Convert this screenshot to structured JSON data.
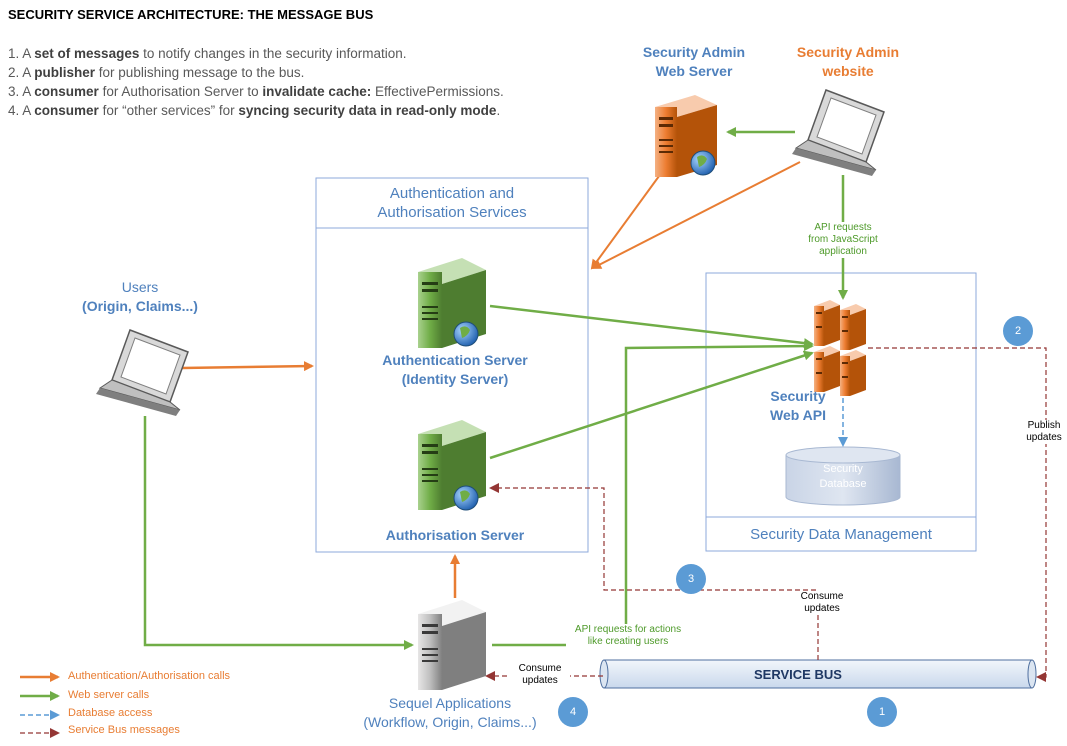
{
  "title": "SECURITY SERVICE ARCHITECTURE: THE MESSAGE BUS",
  "notes": [
    {
      "n": "1. A ",
      "b1": "set of messages",
      "t1": " to notify changes in the security information.",
      "b2": "",
      "t2": ""
    },
    {
      "n": "2. A ",
      "b1": "publisher",
      "t1": " for publishing message to the bus.",
      "b2": "",
      "t2": ""
    },
    {
      "n": "3. A ",
      "b1": "consumer",
      "t1": " for Authorisation Server to ",
      "b2": "invalidate cache:",
      "t2": " EffectivePermissions."
    },
    {
      "n": "4. A ",
      "b1": "consumer",
      "t1": " for “other services” for ",
      "b2": "syncing security data in read-only mode",
      "t2": "."
    }
  ],
  "nodes": {
    "admin_web_server": {
      "line1": "Security Admin",
      "line2": "Web Server"
    },
    "admin_website": {
      "line1": "Security Admin",
      "line2": "website"
    },
    "auth_services": {
      "line1": "Authentication and",
      "line2": "Authorisation Services"
    },
    "authentication_server": {
      "line1": "Authentication Server",
      "line2": "(Identity Server)"
    },
    "authorisation_server": {
      "line1": "Authorisation Server"
    },
    "users": {
      "line1": "Users",
      "line2": "(Origin, Claims...)"
    },
    "security_web_api": {
      "line1": "Security",
      "line2": "Web API"
    },
    "security_database": {
      "line1": "Security",
      "line2": "Database"
    },
    "security_data_management": {
      "line1": "Security Data Management"
    },
    "sequel_apps": {
      "line1": "Sequel Applications",
      "line2": "(Workflow, Origin, Claims...)"
    },
    "service_bus": {
      "label": "SERVICE BUS"
    }
  },
  "edge_labels": {
    "api_requests_js": {
      "line1": "API requests",
      "line2": "from JavaScript",
      "line3": "application"
    },
    "publish_updates": {
      "line1": "Publish",
      "line2": "updates"
    },
    "consume_updates_1": {
      "line1": "Consume",
      "line2": "updates"
    },
    "consume_updates_2": {
      "line1": "Consume",
      "line2": "updates"
    },
    "api_requests_actions": {
      "line1": "API requests for actions",
      "line2": "like creating users"
    }
  },
  "badges": [
    "1",
    "2",
    "3",
    "4"
  ],
  "legend": [
    {
      "label": "Authentication/Authorisation calls",
      "style": "orange-solid"
    },
    {
      "label": "Web server calls",
      "style": "green-solid"
    },
    {
      "label": "Database access",
      "style": "blue-dashed"
    },
    {
      "label": "Service Bus messages",
      "style": "red-dashed"
    }
  ],
  "colors": {
    "orange": "#e87d33",
    "green": "#70ad47",
    "blue": "#5b9bd5",
    "red": "#943634",
    "box_border": "#8eaadb"
  }
}
